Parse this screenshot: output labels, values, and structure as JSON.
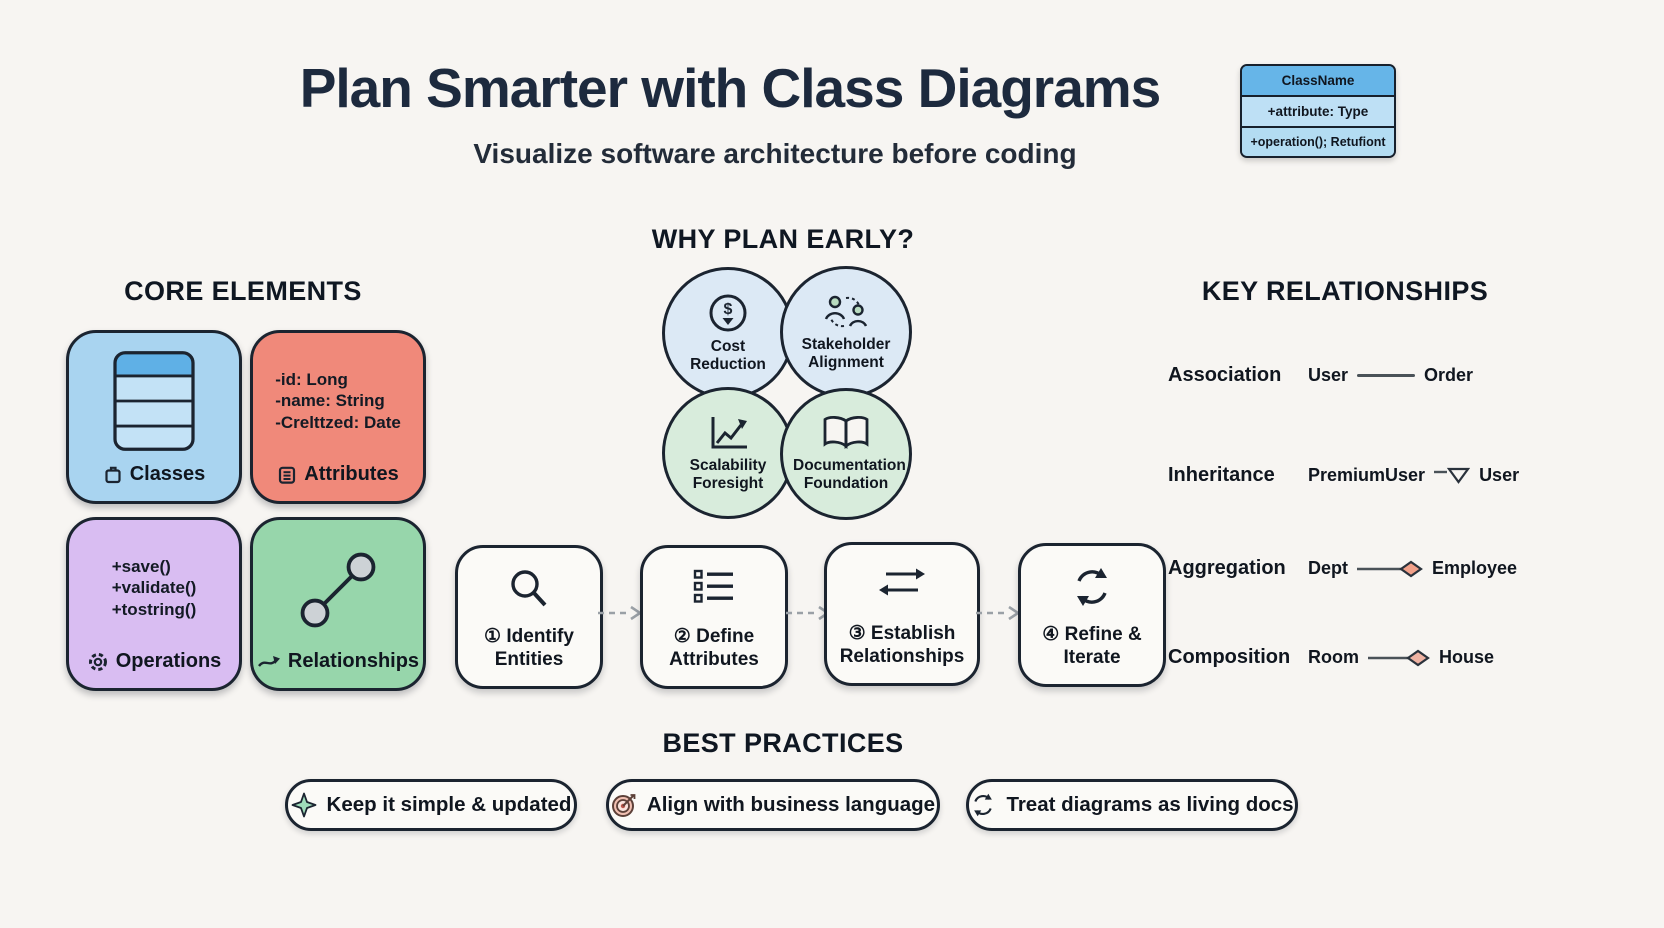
{
  "header": {
    "title": "Plan Smarter with Class Diagrams",
    "subtitle": "Visualize software architecture before coding"
  },
  "uml_sample": {
    "title": "ClassName",
    "rows": [
      "+attribute: Type",
      "+operation(); Retufiont"
    ]
  },
  "core_elements": {
    "heading": "CORE ELEMENTS",
    "boxes": [
      {
        "label": "Classes",
        "icon": "class-table-icon",
        "color": "#a9d4f0",
        "lines": []
      },
      {
        "label": "Attributes",
        "icon": "note-lines-icon",
        "color": "#f0897a",
        "lines": [
          "-id: Long",
          "-name: String",
          "-Crelttzed: Date"
        ]
      },
      {
        "label": "Operations",
        "icon": "gear-icon",
        "color": "#d9bdf2",
        "lines": [
          "+save()",
          "+validate()",
          "+tostring()"
        ]
      },
      {
        "label": "Relationships",
        "icon": "link-nodes-icon",
        "color": "#97d6ab",
        "lines": []
      }
    ]
  },
  "why_plan_early": {
    "heading": "WHY PLAN EARLY?",
    "circles": [
      {
        "label": "Cost Reduction",
        "icon": "dollar-reduction-icon",
        "color": "#dce9f5"
      },
      {
        "label": "Stakeholder Alignment",
        "icon": "people-sync-icon",
        "color": "#dce9f5"
      },
      {
        "label": "Scalability Foresight",
        "icon": "growth-chart-icon",
        "color": "#d8ecdc"
      },
      {
        "label": "Documentation Foundation",
        "icon": "open-book-icon",
        "color": "#d8ecdc"
      }
    ]
  },
  "key_relationships": {
    "heading": "KEY RELATIONSHIPS",
    "rows": [
      {
        "name": "Association",
        "left": "User",
        "right": "Order",
        "connector": "plain-line"
      },
      {
        "name": "Inheritance",
        "left": "PremiumUser",
        "right": "User",
        "connector": "hollow-triangle"
      },
      {
        "name": "Aggregation",
        "left": "Dept",
        "right": "Employee",
        "connector": "salmon-diamond"
      },
      {
        "name": "Composition",
        "left": "Room",
        "right": "House",
        "connector": "salmon-diamond-light"
      }
    ]
  },
  "process_steps": {
    "steps": [
      {
        "number": "①",
        "label": "Identify Entities",
        "icon": "magnifier-icon"
      },
      {
        "number": "②",
        "label": "Define Attributes",
        "icon": "checklist-icon"
      },
      {
        "number": "③",
        "label": "Establish Relationships",
        "icon": "swap-arrows-icon"
      },
      {
        "number": "④",
        "label": "Refine & Iterate",
        "icon": "refresh-icon"
      }
    ]
  },
  "best_practices": {
    "heading": "BEST PRACTICES",
    "pills": [
      {
        "label": "Keep it simple & updated",
        "icon": "sparkle-icon"
      },
      {
        "label": "Align with business language",
        "icon": "target-icon"
      },
      {
        "label": "Treat diagrams as living docs",
        "icon": "refresh-icon"
      }
    ]
  },
  "palette": {
    "background": "#f7f5f2",
    "title_text": "#1d2a3e",
    "outline_dark": "#1b2430",
    "classes_blue": "#a9d4f0",
    "attributes_salmon": "#f0897a",
    "operations_purple": "#d9bdf2",
    "relationships_green": "#97d6ab",
    "circle_blue": "#dce9f5",
    "circle_green": "#d8ecdc",
    "uml_header_blue": "#66b5e8",
    "uml_row_blue": "#bee0f5",
    "aggregation_diamond": "#f2a18a",
    "composition_diamond": "#efb3a3"
  }
}
